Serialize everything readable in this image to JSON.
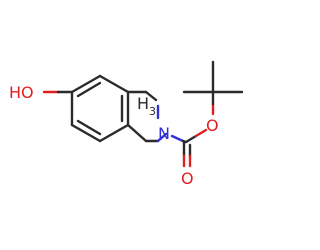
{
  "molecule": {
    "atom_labels": {
      "hydroxyl": "HO",
      "nitrogen": "N",
      "carbonyl_oxygen": "O",
      "ester_oxygen": "O",
      "methyl_overlap": "H",
      "methyl_subscript": "3"
    },
    "colors": {
      "bond": "#2b2b2b",
      "oxygen": "#e02020",
      "nitrogen": "#3030d8"
    }
  }
}
